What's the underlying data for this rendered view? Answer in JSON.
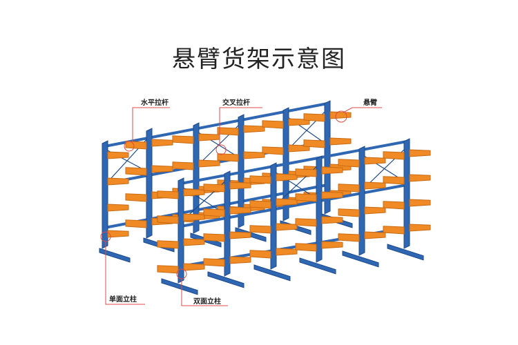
{
  "title": "悬臂货架示意图",
  "labels": {
    "horizontal_brace": "水平拉杆",
    "cross_brace": "交叉拉杆",
    "cantilever_arm": "悬臂",
    "single_column": "单面立柱",
    "double_column": "双面立柱"
  },
  "colors": {
    "column": "#2f67b3",
    "column_edge": "#1c4a8a",
    "arm": "#f08a24",
    "arm_edge": "#c86a12",
    "callout": "#e04848",
    "callout_text": "#222222",
    "background": "#ffffff"
  }
}
